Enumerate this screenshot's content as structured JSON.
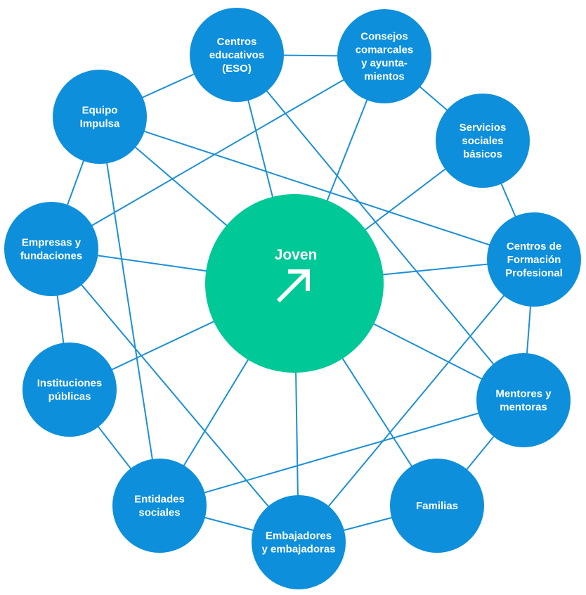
{
  "center": {
    "label": "Joven",
    "icon": "arrow-up-right-icon",
    "color": "#00c896"
  },
  "node_color": "#0d8fdb",
  "edge_color": "#1c8fd6",
  "nodes": [
    {
      "id": "equipo",
      "lines": [
        "Equipo",
        "Impulsa"
      ]
    },
    {
      "id": "centros-eso",
      "lines": [
        "Centros",
        "educativos",
        "(ESO)"
      ]
    },
    {
      "id": "consejos",
      "lines": [
        "Consejos",
        "comarcales",
        "y ayunta-",
        "mientos"
      ]
    },
    {
      "id": "servicios",
      "lines": [
        "Servicios",
        "sociales",
        "básicos"
      ]
    },
    {
      "id": "centros-fp",
      "lines": [
        "Centros de",
        "Formación",
        "Profesional"
      ]
    },
    {
      "id": "mentores",
      "lines": [
        "Mentores y",
        "mentoras"
      ]
    },
    {
      "id": "familias",
      "lines": [
        "Familias"
      ]
    },
    {
      "id": "embajadores",
      "lines": [
        "Embajadores",
        "y embajadoras"
      ]
    },
    {
      "id": "entidades",
      "lines": [
        "Entidades",
        "sociales"
      ]
    },
    {
      "id": "instituciones",
      "lines": [
        "Instituciones",
        "públicas"
      ]
    },
    {
      "id": "empresas",
      "lines": [
        "Empresas y",
        "fundaciones"
      ]
    }
  ],
  "edges": [
    [
      "equipo",
      "centros-eso"
    ],
    [
      "equipo",
      "empresas"
    ],
    [
      "equipo",
      "centros-fp"
    ],
    [
      "equipo",
      "entidades"
    ],
    [
      "equipo",
      "center"
    ],
    [
      "centros-eso",
      "consejos"
    ],
    [
      "centros-eso",
      "center"
    ],
    [
      "centros-eso",
      "mentores"
    ],
    [
      "consejos",
      "servicios"
    ],
    [
      "consejos",
      "center"
    ],
    [
      "consejos",
      "empresas"
    ],
    [
      "servicios",
      "center"
    ],
    [
      "servicios",
      "centros-fp"
    ],
    [
      "centros-fp",
      "center"
    ],
    [
      "centros-fp",
      "mentores"
    ],
    [
      "centros-fp",
      "embajadores"
    ],
    [
      "mentores",
      "center"
    ],
    [
      "mentores",
      "familias"
    ],
    [
      "mentores",
      "entidades"
    ],
    [
      "familias",
      "center"
    ],
    [
      "familias",
      "embajadores"
    ],
    [
      "embajadores",
      "center"
    ],
    [
      "embajadores",
      "entidades"
    ],
    [
      "embajadores",
      "empresas"
    ],
    [
      "entidades",
      "center"
    ],
    [
      "entidades",
      "instituciones"
    ],
    [
      "instituciones",
      "center"
    ],
    [
      "instituciones",
      "empresas"
    ],
    [
      "empresas",
      "center"
    ]
  ]
}
